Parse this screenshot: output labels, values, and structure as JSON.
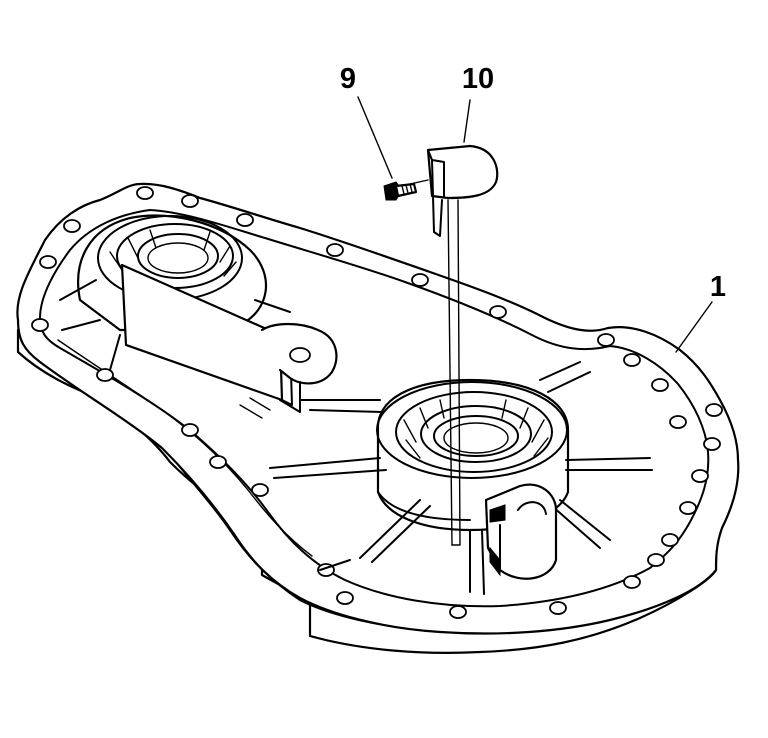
{
  "callouts": [
    {
      "id": "part-9",
      "label": "9"
    },
    {
      "id": "part-10",
      "label": "10"
    },
    {
      "id": "part-1",
      "label": "1"
    }
  ]
}
